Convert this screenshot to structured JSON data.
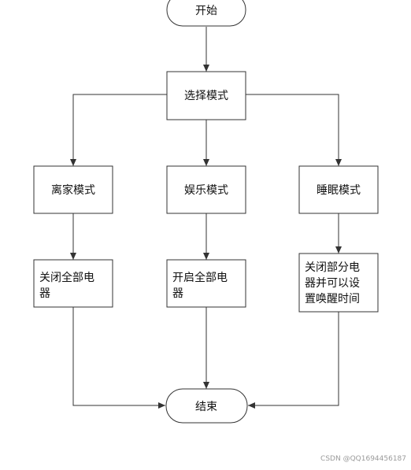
{
  "nodes": {
    "start": "开始",
    "select_mode": "选择模式",
    "away_mode": "离家模式",
    "entertainment_mode": "娱乐模式",
    "sleep_mode": "睡眠模式",
    "away_action": [
      "关闭全部电",
      "器"
    ],
    "entertainment_action": [
      "开启全部电",
      "器"
    ],
    "sleep_action": [
      "关闭部分电",
      "器并可以设",
      "置唤醒时间"
    ],
    "end": "结束"
  },
  "watermark": "CSDN @QQ1694456187",
  "colors": {
    "stroke": "#333333",
    "text": "#111111",
    "background": "#ffffff"
  }
}
